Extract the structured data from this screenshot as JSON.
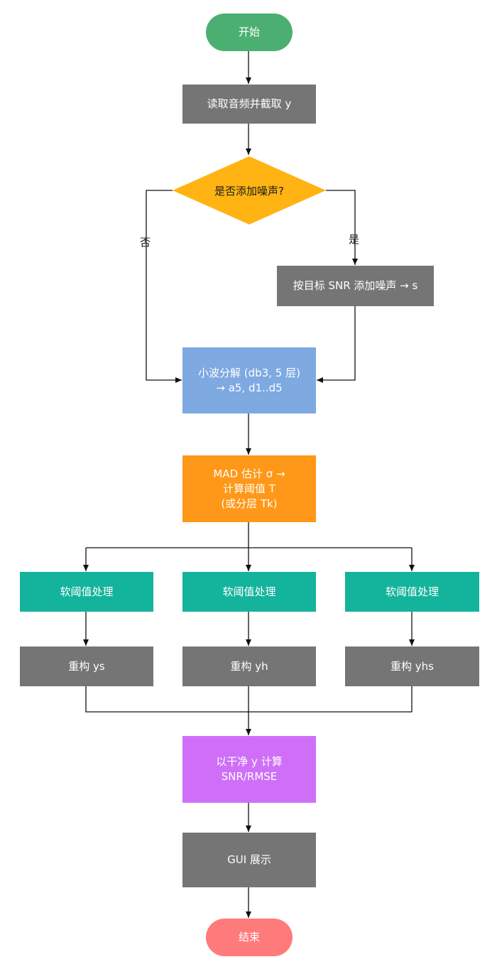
{
  "colors": {
    "start": "#4caf72",
    "end": "#ff7a7a",
    "process": "#757575",
    "decision": "#ffb414",
    "decompose": "#7ea9e1",
    "threshold": "#ff9718",
    "soft": "#14b39b",
    "metrics": "#cf6ff7",
    "line": "#111111"
  },
  "nodes": {
    "start": "开始",
    "read": "读取音频并截取 y",
    "decision": "是否添加噪声?",
    "add_noise": "按目标 SNR 添加噪声 → s",
    "decompose": {
      "line1": "小波分解 (db3, 5 层)",
      "line2": "→ a5, d1..d5"
    },
    "threshold": {
      "line1": "MAD 估计 σ →",
      "line2": "计算阈值 T",
      "line3": "(或分层 Tk)"
    },
    "soft_1": "软阈值处理",
    "soft_2": "软阈值处理",
    "soft_3": "软阈值处理",
    "recon_1": "重构 ys",
    "recon_2": "重构 yh",
    "recon_3": "重构 yhs",
    "metrics": {
      "line1": "以干净 y 计算",
      "line2": "SNR/RMSE"
    },
    "gui": "GUI 展示",
    "end": "结束"
  },
  "edge_labels": {
    "no": "否",
    "yes": "是"
  }
}
